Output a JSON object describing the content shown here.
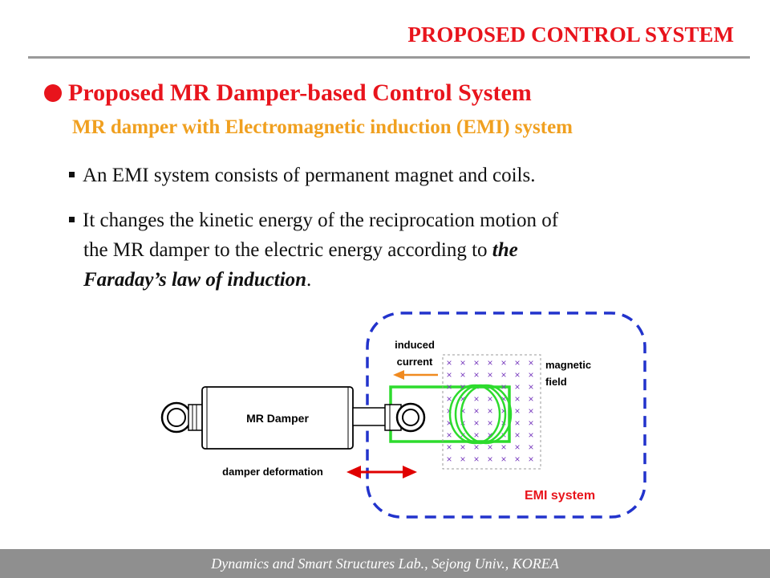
{
  "header": {
    "title": "PROPOSED CONTROL SYSTEM"
  },
  "heading": "Proposed MR Damper-based Control System",
  "subheading": "MR damper with Electromagnetic induction (EMI) system",
  "bullets": {
    "item1": "An EMI system consists of permanent magnet and coils.",
    "item2_line1": "It changes the kinetic energy of the reciprocation motion of",
    "item2_line2_plain": "the MR damper to the electric energy according to ",
    "item2_line2_emph": "the",
    "item2_line3_emph": "Faraday’s law of induction",
    "item2_line3_end": "."
  },
  "diagram": {
    "damper_label": "MR Damper",
    "induced_current_line1": "induced",
    "induced_current_line2": "current",
    "magnetic_field_line1": "magnetic",
    "magnetic_field_line2": "field",
    "damper_deformation": "damper deformation",
    "emi_system": "EMI system",
    "field_mark": "×"
  },
  "colors": {
    "title_red": "#e8141c",
    "subheading_orange": "#f0a020",
    "coil_green": "#2ddb2d",
    "dashed_blue": "#2233cc",
    "arrow_red": "#e00000",
    "arrow_orange": "#f08a20",
    "field_purple": "#7b3fbf"
  },
  "footer": {
    "text": "Dynamics and Smart Structures Lab., Sejong Univ., KOREA"
  }
}
